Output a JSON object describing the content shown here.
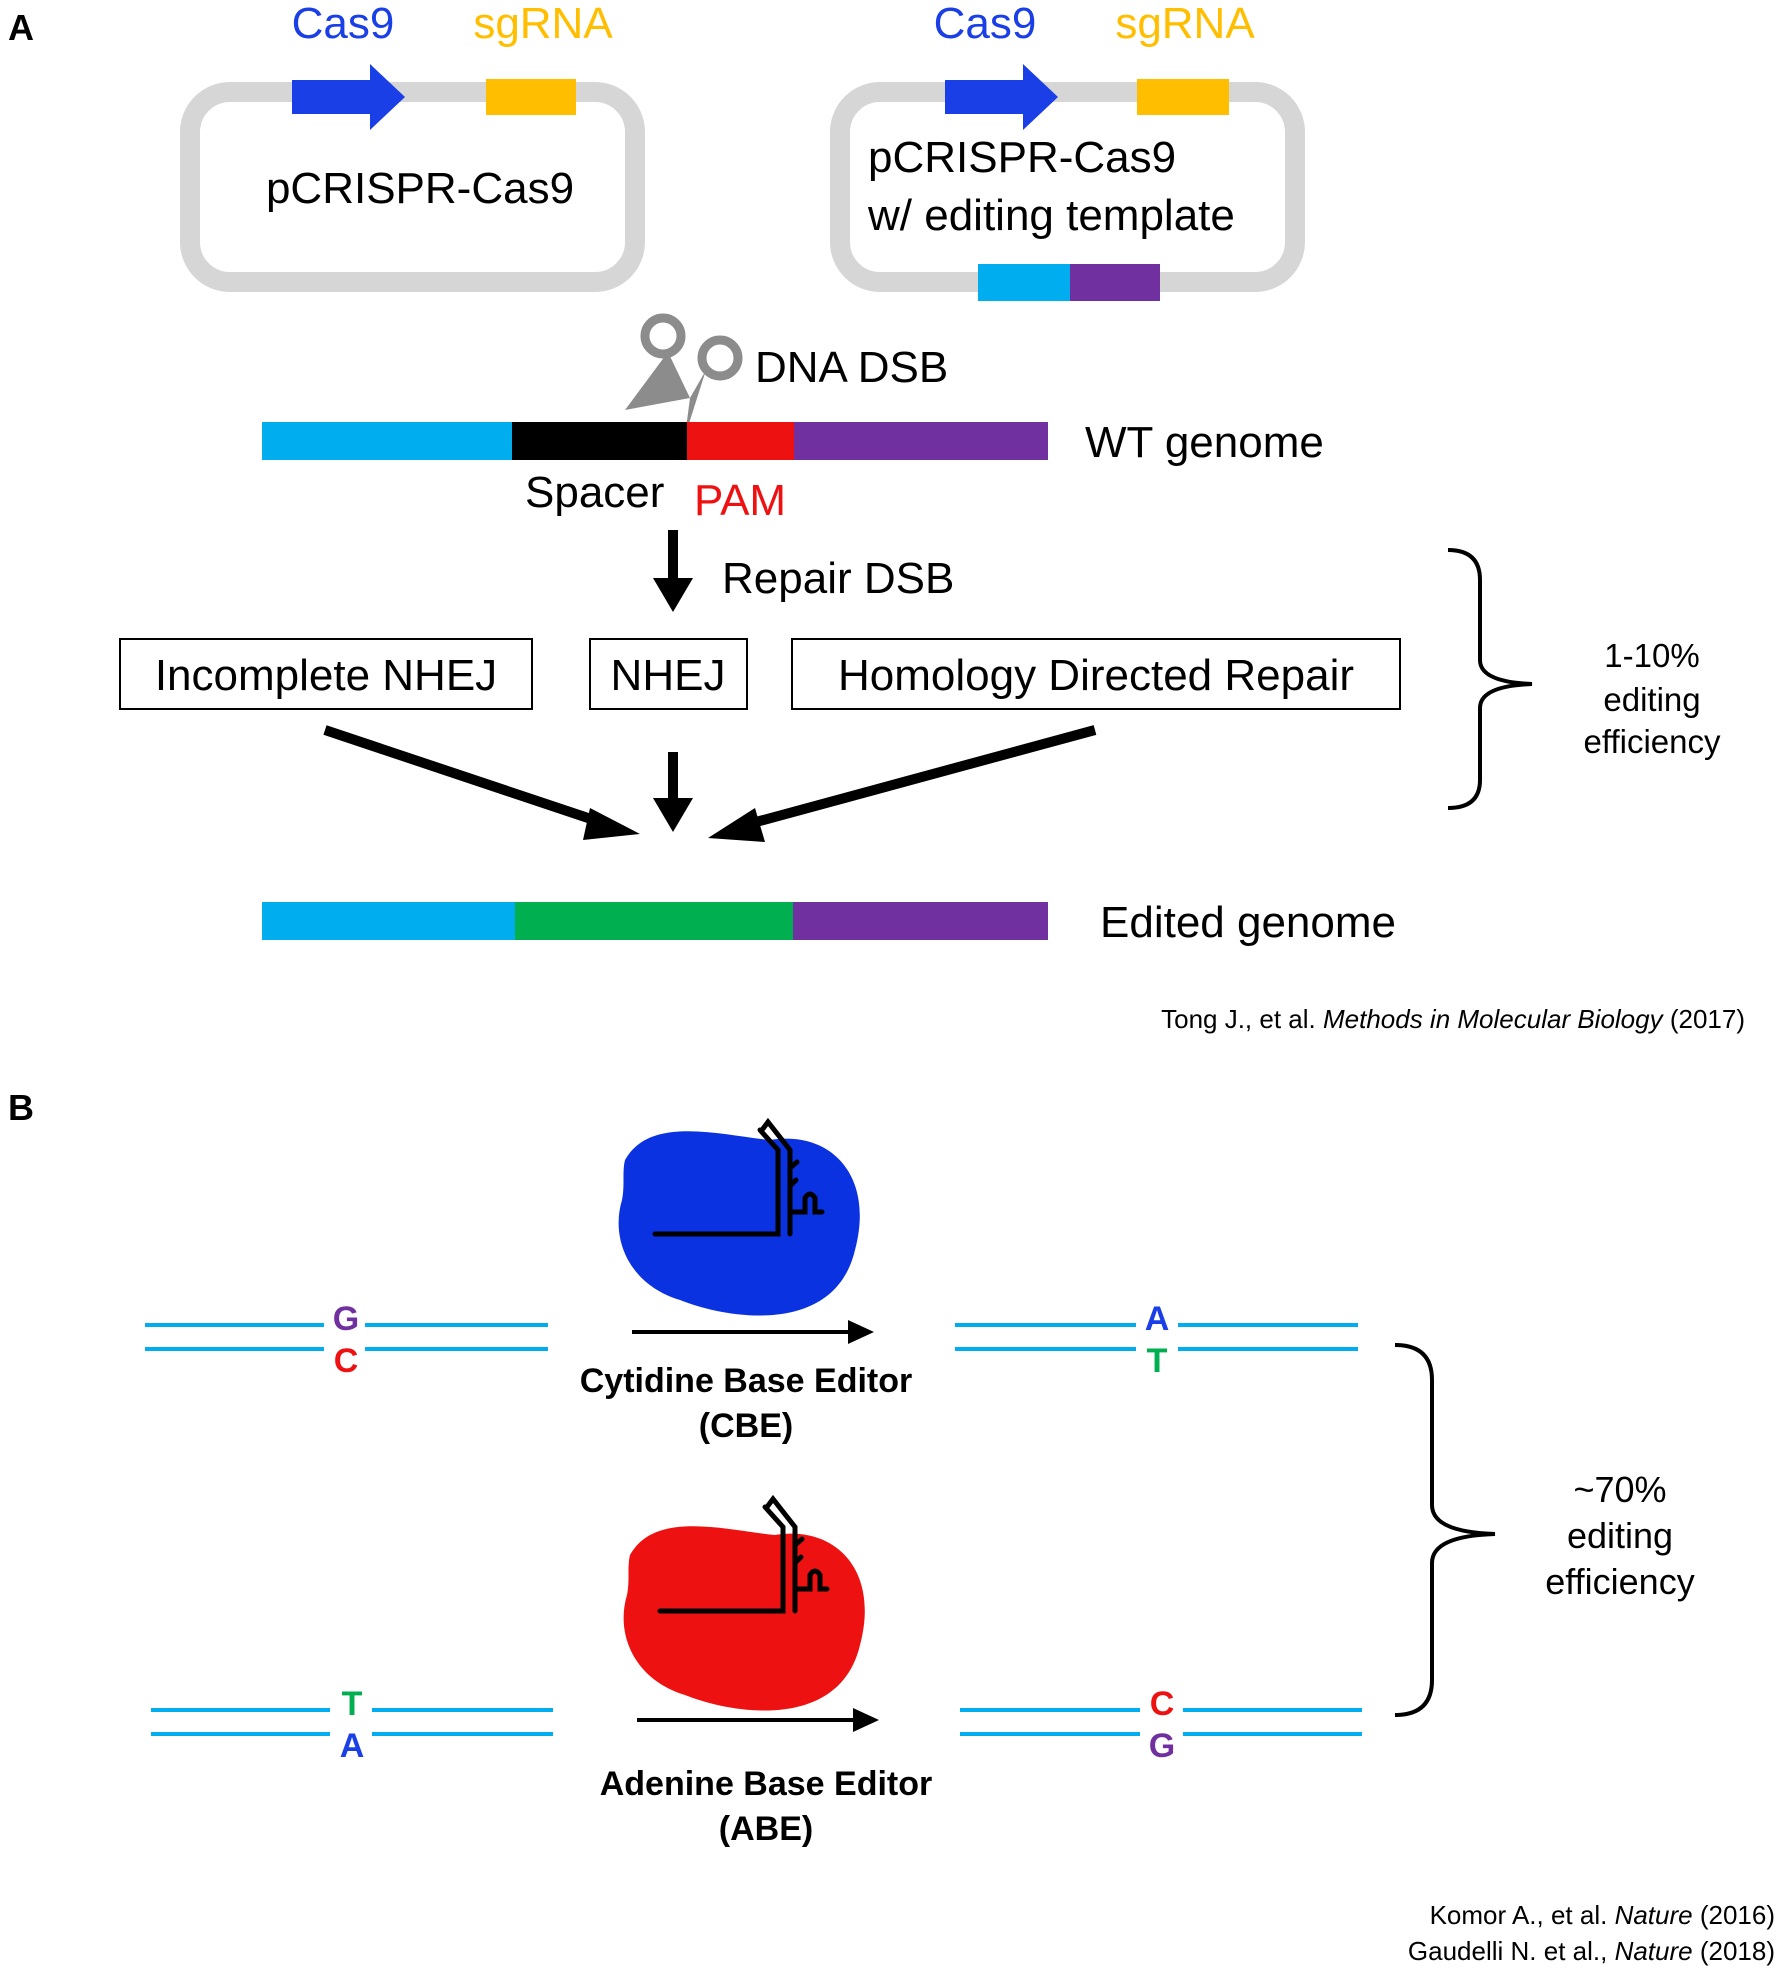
{
  "panel_a": {
    "label": "A",
    "plasmid1": {
      "gene1": "Cas9",
      "gene2": "sgRNA",
      "name": "pCRISPR-Cas9"
    },
    "plasmid2": {
      "gene1": "Cas9",
      "gene2": "sgRNA",
      "name_line1": "pCRISPR-Cas9",
      "name_line2": "w/ editing template"
    },
    "dsb_label": "DNA DSB",
    "wt_genome_label": "WT genome",
    "spacer_label": "Spacer",
    "pam_label": "PAM",
    "repair_label": "Repair DSB",
    "repair_paths": [
      "Incomplete NHEJ",
      "NHEJ",
      "Homology Directed Repair"
    ],
    "efficiency_lines": [
      "1-10%",
      "editing",
      "efficiency"
    ],
    "edited_genome_label": "Edited genome",
    "citation": {
      "authors": "Tong J., et al. ",
      "journal": "Methods in Molecular Biology",
      "year": " (2017)"
    }
  },
  "panel_b": {
    "label": "B",
    "cbe": {
      "before_top": "G",
      "before_bottom": "C",
      "after_top": "A",
      "after_bottom": "T",
      "name_line1": "Cytidine Base Editor",
      "name_line2": "(CBE)"
    },
    "abe": {
      "before_top": "T",
      "before_bottom": "A",
      "after_top": "C",
      "after_bottom": "G",
      "name_line1": "Adenine Base Editor",
      "name_line2": "(ABE)"
    },
    "efficiency_lines": [
      "~70%",
      "editing",
      "efficiency"
    ],
    "citation1": {
      "authors": "Komor A., et al. ",
      "journal": "Nature",
      "year": " (2016)"
    },
    "citation2": {
      "authors": "Gaudelli N.  et al., ",
      "journal": "Nature",
      "year": " (2018)"
    }
  },
  "colors": {
    "cas9_blue": "#1a3fe6",
    "sgrna_orange": "#ffbe00",
    "plasmid_gray": "#d6d6d6",
    "light_blue": "#00aeef",
    "black": "#000000",
    "pam_red": "#ee1111",
    "purple": "#7030a0",
    "green": "#00b050",
    "scissor_gray": "#8c8c8c",
    "cbe_blob": "#0a32e0",
    "abe_blob": "#ee1111",
    "base_G": "#7030a0",
    "base_C": "#ee1111",
    "base_A": "#1a3fe6",
    "base_T": "#00b050"
  },
  "icons": [
    "scissors-icon",
    "arrow-down-icon",
    "bracket-icon",
    "base-editor-protein-icon",
    "sgrna-hairpin-icon"
  ]
}
